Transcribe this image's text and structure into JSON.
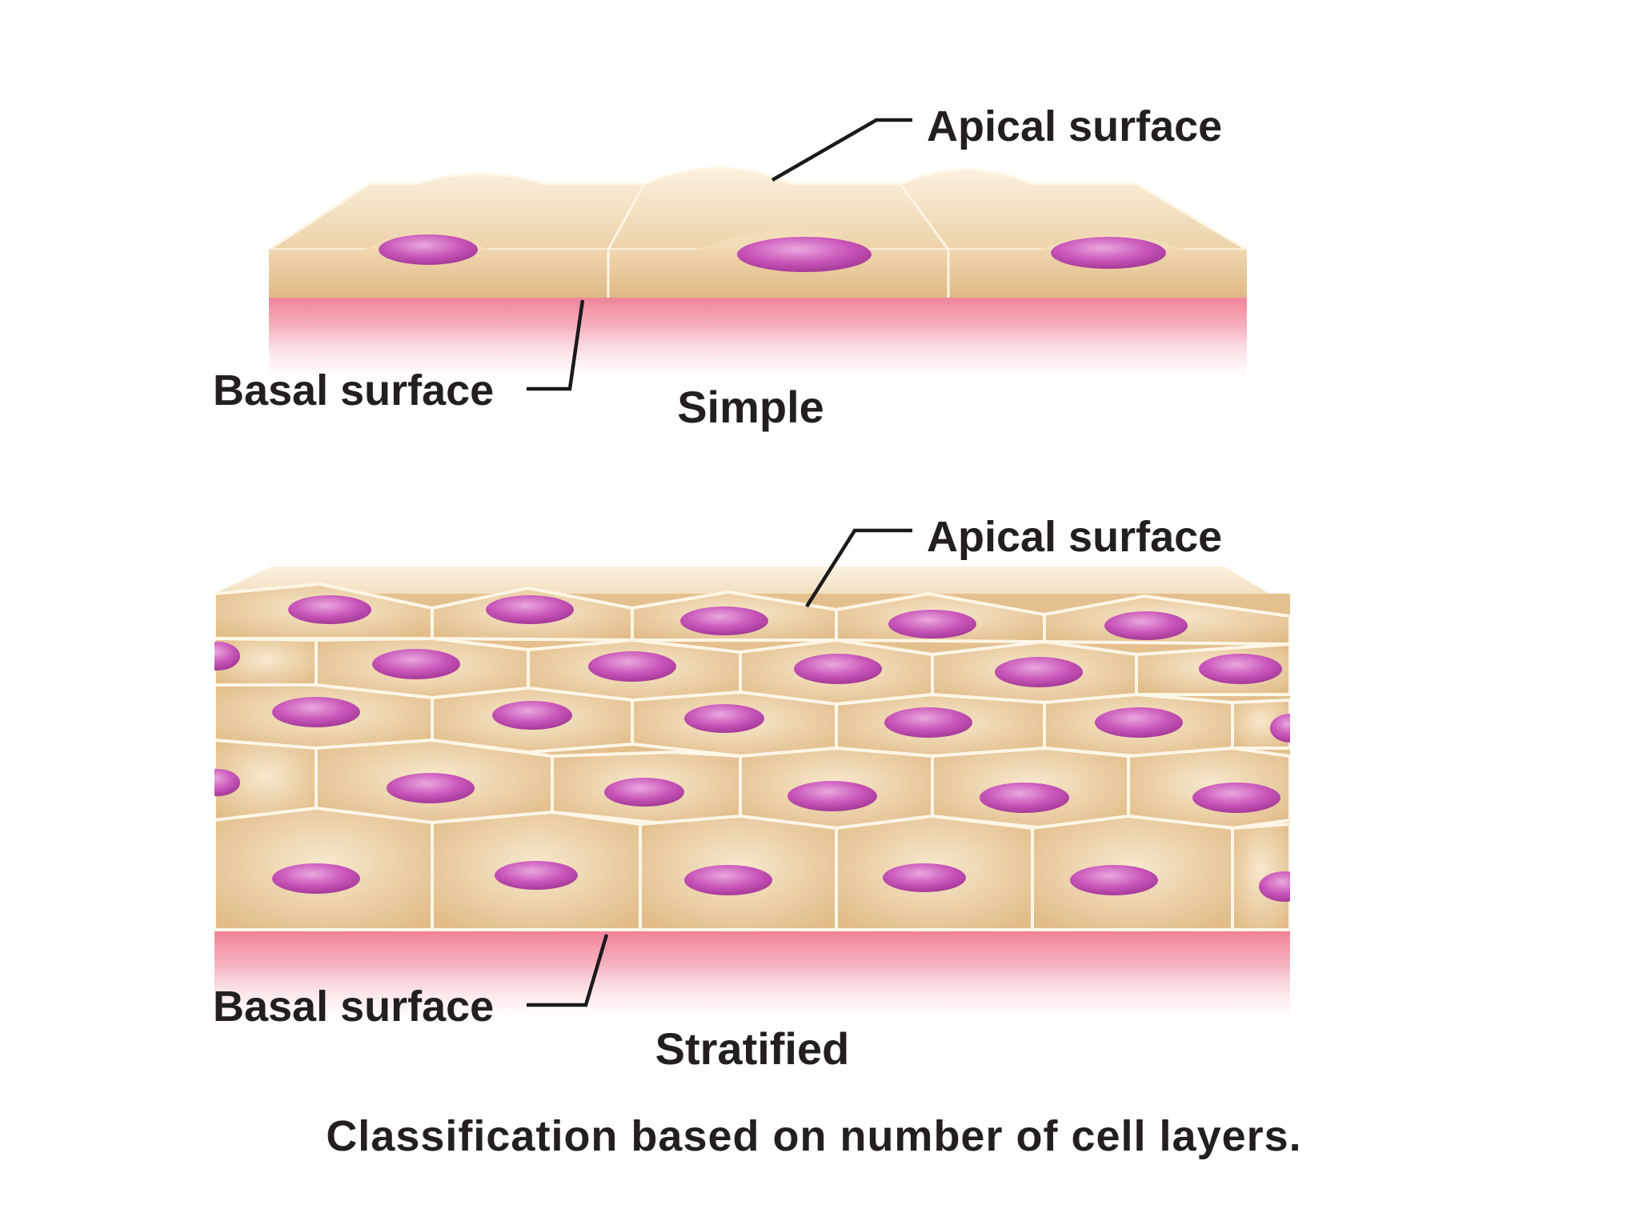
{
  "simple": {
    "apical_label": "Apical surface",
    "basal_label": "Basal surface",
    "title": "Simple"
  },
  "stratified": {
    "apical_label": "Apical surface",
    "basal_label": "Basal surface",
    "title": "Stratified"
  },
  "caption": "Classification based on number of cell layers.",
  "colors": {
    "cell": "#e8c99a",
    "cell_light": "#f6e6c8",
    "cell_border": "#fff4e2",
    "nucleus": "#c54fb6",
    "nucleus_highlight": "#e9a0dd",
    "basement": "#f2a0b0",
    "text": "#231f20"
  }
}
